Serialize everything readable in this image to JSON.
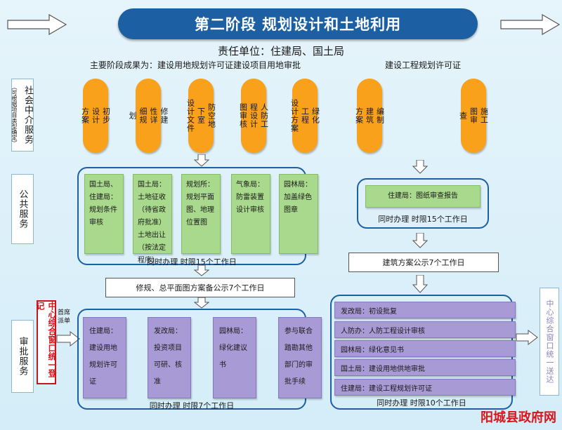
{
  "title": "第二阶段  规划设计和土地利用",
  "responsible": "责任单位：住建局、国土局",
  "left_header": "主要阶段成果为：建设用地规划许可证建设项目用地审批",
  "right_header": "建设工程规划许可证",
  "rows": {
    "social": {
      "label": "社会中介服务",
      "note": "（可根据项目类型确定）"
    },
    "public": {
      "label": "公共服务"
    },
    "approval": {
      "label": "审批服务"
    }
  },
  "social_left": [
    {
      "cols": [
        "初步",
        "设计",
        "方案"
      ]
    },
    {
      "cols": [
        "修建",
        "性详",
        "细规",
        "划"
      ]
    },
    {
      "cols": [
        "防空地",
        "下室",
        "设计文件"
      ]
    },
    {
      "cols": [
        "人防工",
        "程设计",
        "图审核"
      ]
    },
    {
      "cols": [
        "绿化",
        "工程",
        "设计方案"
      ]
    }
  ],
  "social_right": [
    {
      "cols": [
        "编制",
        "建筑",
        "方案"
      ]
    },
    {
      "cols": [
        "施工",
        "图审",
        "查"
      ]
    }
  ],
  "public_left": [
    "国土局、\n住建局：\n规划条件\n审核",
    "国土局：\n土地征收\n（待省政\n府批准）\n土地出让\n（按法定\n程序）",
    "规划所：\n规划平面\n图、地理\n位置图",
    "气象局：\n防雷装置\n设计审核",
    "园林局：\n加盖绿色\n图章"
  ],
  "public_left_note": "同时办理 时限15个工作日",
  "public_right": "住建局：图纸审查报告",
  "public_right_note": "同时办理 时限15个工作日",
  "publicity_left": "修规、总平面图方案备公示7个工作日",
  "publicity_right": "建筑方案公示7个工作日",
  "center_window": "中心综合窗口统一登记",
  "first_dispatch": "首席派单",
  "approval_left": [
    "住建局：\n建设用地\n规划许可\n证",
    "发改局：\n投资项目\n可研、核\n准",
    "园林局：\n绿化建议\n书",
    "参与联合\n踏勘其他\n部门的审\n批手续"
  ],
  "approval_left_note": "同时办理 时限7个工作日",
  "approval_right": [
    "发改局：初设批复",
    "人防办：人防工程设计审核",
    "园林局：绿化意见书",
    "国土局：建设用地供地审批",
    "住建局：建设工程规划许可证"
  ],
  "approval_right_note": "同时办理 时限10个工作日",
  "send_out": "中心综合窗口统一送达",
  "logo": "阳城县政府网",
  "colors": {
    "title_bg": "#1d5fa3",
    "orange": "#f9a11b",
    "green": "#a8d98c",
    "purple": "#a89ad4",
    "red": "#d9151b"
  }
}
